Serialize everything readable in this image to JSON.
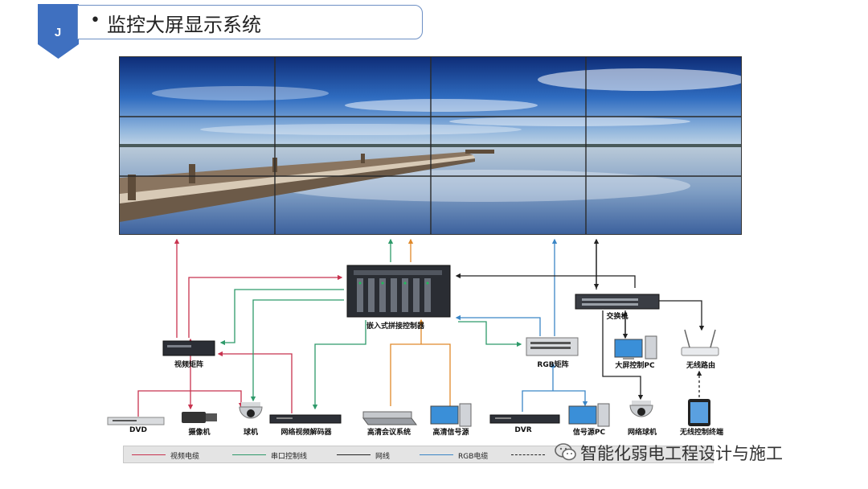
{
  "header": {
    "badge_letter": "J",
    "bullet": "•",
    "title": "监控大屏显示系统"
  },
  "devices": {
    "controller": "嵌入式拼接控制器",
    "video_matrix": "视频矩阵",
    "switch": "交换机",
    "rgb_matrix": "RGB矩阵",
    "screen_pc": "大屏控制PC",
    "router": "无线路由",
    "dvd": "DVD",
    "camera": "摄像机",
    "dome": "球机",
    "decoder": "网络视频解码器",
    "conference": "高清会议系统",
    "hd_source": "高清信号源",
    "dvr": "DVR",
    "source_pc": "信号源PC",
    "net_dome": "网络球机",
    "wireless_terminal": "无线控制终端"
  },
  "legend": [
    {
      "label": "视频电缆",
      "color": "#c8334f",
      "style": "solid"
    },
    {
      "label": "串口控制线",
      "color": "#2e9a6a",
      "style": "solid"
    },
    {
      "label": "网线",
      "color": "#222222",
      "style": "solid"
    },
    {
      "label": "RGB电缆",
      "color": "#3b86c6",
      "style": "solid"
    },
    {
      "label": "",
      "color": "#222222",
      "style": "dashed"
    }
  ],
  "watermark": "智能化弱电工程设计与施工",
  "colors": {
    "video": "#c8334f",
    "serial": "#2e9a6a",
    "network": "#222222",
    "rgb": "#3b86c6",
    "hd": "#e0892a",
    "badge": "#3f70c0"
  }
}
